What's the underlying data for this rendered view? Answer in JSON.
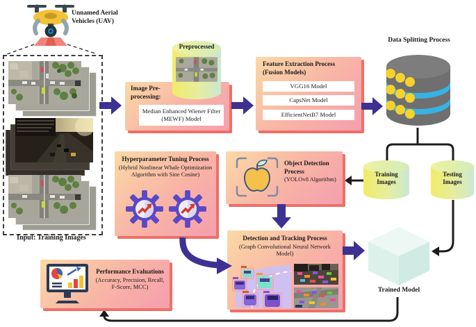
{
  "figure": "UAV object detection and tracking workflow diagram",
  "uav": {
    "label": "Unnamed Aerial Vehicles (UAV)",
    "icon": "drone-icon"
  },
  "input_images": {
    "caption": "Input: Training Images"
  },
  "preprocessing": {
    "heading": "Image Pre-processing:",
    "model": "Median Enhanced Wiener Filter (MEWF) Model"
  },
  "preprocessed_store": {
    "label": "Preprocessed"
  },
  "feature_extraction": {
    "heading": "Feature Extraction Process",
    "subheading": "(Fusion Models)",
    "models": [
      "VGG16 Model",
      "CapsNet Model",
      "EfficientNetB7 Model"
    ]
  },
  "data_splitting": {
    "label": "Data Splitting Process",
    "icon": "database-icon"
  },
  "training_store": {
    "label": "Training Images"
  },
  "testing_store": {
    "label": "Testing Images"
  },
  "object_detection": {
    "heading": "Object Detection Process",
    "subheading": "(YOLOv8 Algorithm)",
    "icon": "object-detection-frame-icon"
  },
  "hyperparameter_tuning": {
    "heading": "Hyperparameter Tuning Process",
    "subheading": "(Hybrid Nonlinear Whale Optimization Algorithm with Sine Cosine)",
    "icon": "gear-trend-icon"
  },
  "detection_tracking": {
    "heading": "Detection and Tracking Process",
    "subheading": "(Graph Convolutional Neural Network Model)"
  },
  "trained_model": {
    "label": "Trained Model",
    "icon": "cube-icon"
  },
  "performance_evaluation": {
    "heading": "Performance Evaluations",
    "subheading": "(Accuracy, Precision, Recall, F-Score, MCC)",
    "icon": "analytics-monitor-icon"
  },
  "colors": {
    "process_box_start": "#fbd9a6",
    "process_box_end": "#f59fae",
    "process_box_shadow": "#ee6f67",
    "arrow_purple": "#3d3193",
    "connector_black": "#1c1c1c",
    "cylinder_yellow": "#f1ec68",
    "cylinder_green": "#c9e8d2",
    "database_gray": "#6f6f6f",
    "database_band_blue": "#38b2e3",
    "database_dot_yellow": "#f6d22b",
    "cube_mint": "#dcf1ea",
    "gear_purple": "#5b48c5",
    "trend_arrow_red": "#d6382e"
  }
}
